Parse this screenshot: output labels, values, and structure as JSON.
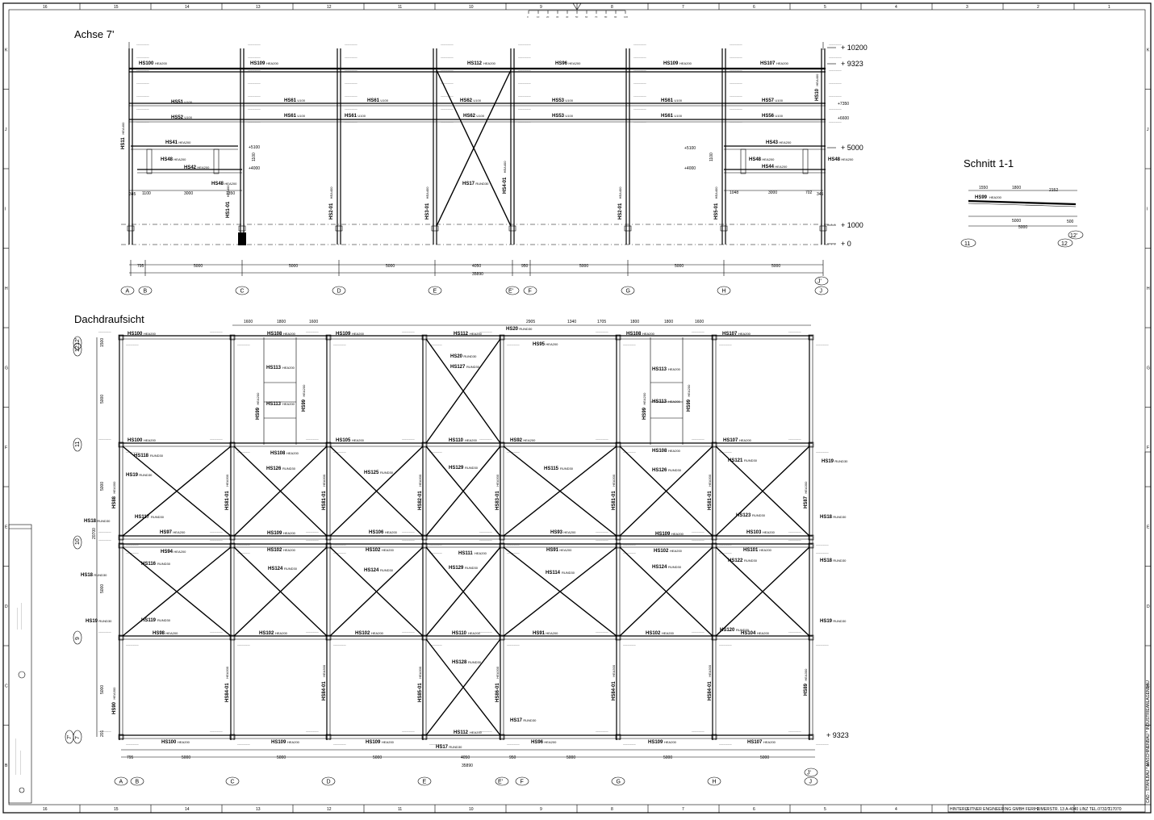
{
  "sheet": {
    "border_numbers": [
      "16",
      "15",
      "14",
      "13",
      "12",
      "11",
      "10",
      "9",
      "8",
      "7",
      "6",
      "5",
      "4",
      "3",
      "2",
      "1"
    ],
    "border_letters": [
      "K",
      "J",
      "I",
      "H",
      "G",
      "F",
      "E",
      "D",
      "C",
      "B"
    ],
    "scale_ticks": [
      "0",
      "10",
      "20",
      "30",
      "40",
      "50",
      "60",
      "70",
      "80",
      "90",
      "100"
    ],
    "company_line": "HINTERLEITNER ENGINEERING GMBH   FERIHUMERSTR. 13   A-4040 LINZ   TEL.0732/717070",
    "side_line": "CAD - STAHLBAU * MASCHINENBAU * INDUSTRIEANLAGENBAU"
  },
  "elevation": {
    "title": "Achse 7'",
    "levels": [
      "+ 10200",
      "+ 9323",
      "+ 5000",
      "+ 1000",
      "+ 0"
    ],
    "small_levels": [
      "+7350",
      "+6600",
      "+5100",
      "+4000",
      "+5100",
      "+4000"
    ],
    "axes": [
      "A",
      "B",
      "C",
      "D",
      "E",
      "E'",
      "F",
      "G",
      "H",
      "J'",
      "J"
    ],
    "dims": [
      "795",
      "5000",
      "5000",
      "5000",
      "4050",
      "950",
      "5000",
      "5000",
      "5000",
      "35890"
    ],
    "local_dims_left": [
      "345",
      "1100",
      "3000",
      "1350"
    ],
    "local_dims_right": [
      "1048",
      "3000",
      "702",
      "345"
    ],
    "vertical_dims": [
      "1100",
      "1100"
    ],
    "labels": [
      {
        "k": "e1",
        "t": "HS100",
        "p": "HEA200"
      },
      {
        "k": "e2",
        "t": "HS109",
        "p": "HEA200"
      },
      {
        "k": "e3",
        "t": "HS112",
        "p": "HEA200"
      },
      {
        "k": "e4",
        "t": "HS96",
        "p": "HEA200"
      },
      {
        "k": "e5",
        "t": "HS109",
        "p": "HEA200"
      },
      {
        "k": "e6",
        "t": "HS107",
        "p": "HEA200"
      },
      {
        "k": "e7",
        "t": "HS51",
        "p": "U100"
      },
      {
        "k": "e8",
        "t": "HS61",
        "p": "U100"
      },
      {
        "k": "e9",
        "t": "HS61",
        "p": "U100"
      },
      {
        "k": "e10",
        "t": "HS62",
        "p": "U100"
      },
      {
        "k": "e11",
        "t": "HS53",
        "p": "U100"
      },
      {
        "k": "e12",
        "t": "HS61",
        "p": "U100"
      },
      {
        "k": "e13",
        "t": "HS57",
        "p": "U100"
      },
      {
        "k": "e14",
        "t": "HS52",
        "p": "U100"
      },
      {
        "k": "e15",
        "t": "HS61",
        "p": "U100"
      },
      {
        "k": "e16",
        "t": "HS61",
        "p": "U100"
      },
      {
        "k": "e17",
        "t": "HS62",
        "p": "U100"
      },
      {
        "k": "e18",
        "t": "HS53",
        "p": "U100"
      },
      {
        "k": "e19",
        "t": "HS61",
        "p": "U100"
      },
      {
        "k": "e20",
        "t": "HS56",
        "p": "U100"
      },
      {
        "k": "e21",
        "t": "HS41",
        "p": "HEA200"
      },
      {
        "k": "e22",
        "t": "HS48",
        "p": "HEA200"
      },
      {
        "k": "e23",
        "t": "HS42",
        "p": "HEA200"
      },
      {
        "k": "e24",
        "t": "HS48",
        "p": "HEA200"
      },
      {
        "k": "e25",
        "t": "HS43",
        "p": "HEA200"
      },
      {
        "k": "e26",
        "t": "HS48",
        "p": "HEA200"
      },
      {
        "k": "e27",
        "t": "HS44",
        "p": "HEA200"
      },
      {
        "k": "e28",
        "t": "HS48",
        "p": "HEA200"
      },
      {
        "k": "e29",
        "t": "HS17",
        "p": "RUND30"
      }
    ],
    "columns": [
      {
        "k": "c1",
        "t": "HS1-01",
        "p": "HEA400"
      },
      {
        "k": "c2",
        "t": "HS2-01",
        "p": "HEA400"
      },
      {
        "k": "c3",
        "t": "HS3-01",
        "p": "HEA400"
      },
      {
        "k": "c4",
        "t": "HS4-01",
        "p": "HEA400"
      },
      {
        "k": "c5",
        "t": "HS2-01",
        "p": "HEA400"
      },
      {
        "k": "c6",
        "t": "HS5-01",
        "p": "HEA400"
      },
      {
        "k": "c7",
        "t": "HS11",
        "p": "HEA400"
      },
      {
        "k": "c8",
        "t": "HS10",
        "p": "HEA400"
      }
    ]
  },
  "section": {
    "title": "Schnitt 1-1",
    "member": "HS99",
    "profile": "HEA200",
    "dims": [
      "1550",
      "1800",
      "2152",
      "5000",
      "500",
      "5000"
    ],
    "axes": [
      "11",
      "12",
      "12'"
    ]
  },
  "plan": {
    "title": "Dachdraufsicht",
    "axes_x": [
      "A",
      "B",
      "C",
      "D",
      "E",
      "E'",
      "F",
      "G",
      "H",
      "J'",
      "J"
    ],
    "axes_y": [
      "12'",
      "12",
      "11",
      "10",
      "9",
      "7",
      "7'"
    ],
    "elevation_mark": "+ 9323",
    "dims": [
      "795",
      "5000",
      "5000",
      "5000",
      "4050",
      "950",
      "5000",
      "5000",
      "5000",
      "35890"
    ],
    "top_dims": [
      "1600",
      "1800",
      "1600",
      "2905",
      "1340",
      "1705",
      "1800",
      "1800",
      "1600"
    ],
    "left_dims": [
      "1500",
      "5000",
      "5000",
      "20700",
      "5000",
      "5000",
      "201"
    ],
    "labels": [
      {
        "k": "p1",
        "t": "HS100",
        "p": "HEA200"
      },
      {
        "k": "p2",
        "t": "HS108",
        "p": "HEA200"
      },
      {
        "k": "p3",
        "t": "HS109",
        "p": "HEA200"
      },
      {
        "k": "p4",
        "t": "HS112",
        "p": "HEA200"
      },
      {
        "k": "p5",
        "t": "HS20",
        "p": "RUND30"
      },
      {
        "k": "p6",
        "t": "HS108",
        "p": "HEA200"
      },
      {
        "k": "p7",
        "t": "HS107",
        "p": "HEA200"
      },
      {
        "k": "p8",
        "t": "HS95",
        "p": "HEA200"
      },
      {
        "k": "p9",
        "t": "HS20",
        "p": "RUND30"
      },
      {
        "k": "p10",
        "t": "HS127",
        "p": "RUND30"
      },
      {
        "k": "p11",
        "t": "HS113",
        "p": "HEA200"
      },
      {
        "k": "p12",
        "t": "HS113",
        "p": "HEA200"
      },
      {
        "k": "p13",
        "t": "HS113",
        "p": "HEA200"
      },
      {
        "k": "p14",
        "t": "HS113",
        "p": "HEA200"
      },
      {
        "k": "p15",
        "t": "HS100",
        "p": "HEA200"
      },
      {
        "k": "p16",
        "t": "HS108",
        "p": "HEA200"
      },
      {
        "k": "p17",
        "t": "HS105",
        "p": "HEA200"
      },
      {
        "k": "p18",
        "t": "HS110",
        "p": "HEA200"
      },
      {
        "k": "p19",
        "t": "HS92",
        "p": "HEA200"
      },
      {
        "k": "p20",
        "t": "HS108",
        "p": "HEA200"
      },
      {
        "k": "p21",
        "t": "HS107",
        "p": "HEA200"
      },
      {
        "k": "p22",
        "t": "HS19",
        "p": "RUND30"
      },
      {
        "k": "p23",
        "t": "HS118",
        "p": "RUND30"
      },
      {
        "k": "p24",
        "t": "HS19",
        "p": "RUND30"
      },
      {
        "k": "p25",
        "t": "HS126",
        "p": "RUND30"
      },
      {
        "k": "p26",
        "t": "HS125",
        "p": "RUND30"
      },
      {
        "k": "p27",
        "t": "HS129",
        "p": "RUND30"
      },
      {
        "k": "p28",
        "t": "HS115",
        "p": "RUND30"
      },
      {
        "k": "p29",
        "t": "HS126",
        "p": "RUND30"
      },
      {
        "k": "p30",
        "t": "HS121",
        "p": "RUND30"
      },
      {
        "k": "p31",
        "t": "HS117",
        "p": "RUND30"
      },
      {
        "k": "p32",
        "t": "HS123",
        "p": "RUND30"
      },
      {
        "k": "p33",
        "t": "HS18",
        "p": "RUND30"
      },
      {
        "k": "p34",
        "t": "HS18",
        "p": "RUND30"
      },
      {
        "k": "p35",
        "t": "HS97",
        "p": "HEA200"
      },
      {
        "k": "p36",
        "t": "HS109",
        "p": "HEA200"
      },
      {
        "k": "p37",
        "t": "HS106",
        "p": "HEA200"
      },
      {
        "k": "p38",
        "t": "HS93",
        "p": "HEA200"
      },
      {
        "k": "p39",
        "t": "HS109",
        "p": "HEA200"
      },
      {
        "k": "p40",
        "t": "HS103",
        "p": "HEA200"
      },
      {
        "k": "p41",
        "t": "HS94",
        "p": "HEA200"
      },
      {
        "k": "p42",
        "t": "HS102",
        "p": "HEA200"
      },
      {
        "k": "p43",
        "t": "HS102",
        "p": "HEA200"
      },
      {
        "k": "p44",
        "t": "HS111",
        "p": "HEA200"
      },
      {
        "k": "p45",
        "t": "HS91",
        "p": "HEA200"
      },
      {
        "k": "p46",
        "t": "HS102",
        "p": "HEA200"
      },
      {
        "k": "p47",
        "t": "HS101",
        "p": "HEA200"
      },
      {
        "k": "p48",
        "t": "HS18",
        "p": "RUND30"
      },
      {
        "k": "p49",
        "t": "HS18",
        "p": "RUND30"
      },
      {
        "k": "p50",
        "t": "HS116",
        "p": "RUND30"
      },
      {
        "k": "p51",
        "t": "HS124",
        "p": "RUND30"
      },
      {
        "k": "p52",
        "t": "HS124",
        "p": "RUND30"
      },
      {
        "k": "p53",
        "t": "HS129",
        "p": "RUND30"
      },
      {
        "k": "p54",
        "t": "HS114",
        "p": "RUND30"
      },
      {
        "k": "p55",
        "t": "HS124",
        "p": "RUND30"
      },
      {
        "k": "p56",
        "t": "HS122",
        "p": "RUND30"
      },
      {
        "k": "p57",
        "t": "HS119",
        "p": "RUND30"
      },
      {
        "k": "p58",
        "t": "HS120",
        "p": "RUND30"
      },
      {
        "k": "p59",
        "t": "HS19",
        "p": "RUND30"
      },
      {
        "k": "p60",
        "t": "HS19",
        "p": "RUND30"
      },
      {
        "k": "p61",
        "t": "HS98",
        "p": "HEA200"
      },
      {
        "k": "p62",
        "t": "HS102",
        "p": "HEA200"
      },
      {
        "k": "p63",
        "t": "HS102",
        "p": "HEA200"
      },
      {
        "k": "p64",
        "t": "HS110",
        "p": "HEA200"
      },
      {
        "k": "p65",
        "t": "HS91",
        "p": "HEA200"
      },
      {
        "k": "p66",
        "t": "HS102",
        "p": "HEA200"
      },
      {
        "k": "p67",
        "t": "HS104",
        "p": "HEA200"
      },
      {
        "k": "p68",
        "t": "HS128",
        "p": "RUND30"
      },
      {
        "k": "p69",
        "t": "HS17",
        "p": "RUND30"
      },
      {
        "k": "p70",
        "t": "HS112",
        "p": "HEA200"
      },
      {
        "k": "p71",
        "t": "HS100",
        "p": "HEA200"
      },
      {
        "k": "p72",
        "t": "HS109",
        "p": "HEA200"
      },
      {
        "k": "p73",
        "t": "HS109",
        "p": "HEA200"
      },
      {
        "k": "p74",
        "t": "HS17",
        "p": "RUND30"
      },
      {
        "k": "p75",
        "t": "HS96",
        "p": "HEA200"
      },
      {
        "k": "p76",
        "t": "HS109",
        "p": "HEA200"
      },
      {
        "k": "p77",
        "t": "HS107",
        "p": "HEA200"
      }
    ],
    "columns": [
      {
        "k": "v1",
        "t": "HS99",
        "p": "HEA200"
      },
      {
        "k": "v2",
        "t": "HS99",
        "p": "HEA200"
      },
      {
        "k": "v3",
        "t": "HS99",
        "p": "HEA200"
      },
      {
        "k": "v4",
        "t": "HS99",
        "p": "HEA200"
      },
      {
        "k": "v5",
        "t": "HS88",
        "p": "HEA300"
      },
      {
        "k": "v6",
        "t": "HS81-01",
        "p": "HEA300"
      },
      {
        "k": "v7",
        "t": "HS81-01",
        "p": "HEA300"
      },
      {
        "k": "v8",
        "t": "HS82-01",
        "p": "HEA300"
      },
      {
        "k": "v9",
        "t": "HS83-01",
        "p": "HEA300"
      },
      {
        "k": "v10",
        "t": "HS81-01",
        "p": "HEA300"
      },
      {
        "k": "v11",
        "t": "HS81-01",
        "p": "HEA300"
      },
      {
        "k": "v12",
        "t": "HS87",
        "p": "HEA300"
      },
      {
        "k": "v13",
        "t": "HS90",
        "p": "HEA300"
      },
      {
        "k": "v14",
        "t": "HS84-01",
        "p": "HEA300"
      },
      {
        "k": "v15",
        "t": "HS84-01",
        "p": "HEA300"
      },
      {
        "k": "v16",
        "t": "HS85-01",
        "p": "HEA300"
      },
      {
        "k": "v17",
        "t": "HS86-01",
        "p": "HEA300"
      },
      {
        "k": "v18",
        "t": "HS84-01",
        "p": "HEA300"
      },
      {
        "k": "v19",
        "t": "HS84-01",
        "p": "HEA300"
      },
      {
        "k": "v20",
        "t": "HS89",
        "p": "HEA300"
      }
    ]
  }
}
